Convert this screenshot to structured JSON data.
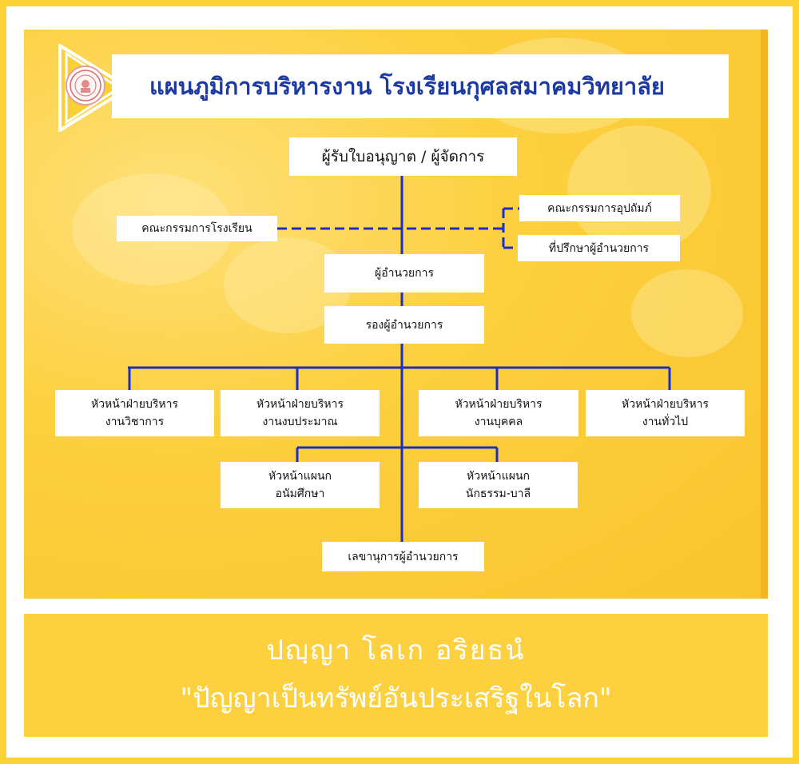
{
  "title": "แผนภูมิการบริหารงาน โรงเรียนกุศลสมาคมวิทยาลัย",
  "colors": {
    "accent": "#fcd035",
    "line": "#1a2fc9",
    "title": "#1c3aa0"
  },
  "chart": {
    "licensee": "ผู้รับใบอนุญาต / ผู้จัดการ",
    "school_committee": "คณะกรรมการโรงเรียน",
    "patron_committee": "คณะกรรมการอุปถัมภ์",
    "director_advisor": "ที่ปรึกษาผู้อำนวยการ",
    "director": "ผู้อำนวยการ",
    "deputy_director": "รองผู้อำนวยการ",
    "departments": [
      {
        "line1": "หัวหน้าฝ่ายบริหาร",
        "line2": "งานวิชาการ"
      },
      {
        "line1": "หัวหน้าฝ่ายบริหาร",
        "line2": "งานงบประมาณ"
      },
      {
        "line1": "หัวหน้าฝ่ายบริหาร",
        "line2": "งานบุคคล"
      },
      {
        "line1": "หัวหน้าฝ่ายบริหาร",
        "line2": "งานทั่วไป"
      }
    ],
    "sections": [
      {
        "line1": "หัวหน้าแผนก",
        "line2": "อนัมศึกษา"
      },
      {
        "line1": "หัวหน้าแผนก",
        "line2": "นักธรรม-บาลี"
      }
    ],
    "secretary": "เลขานุการผู้อำนวยการ"
  },
  "motto": {
    "pali": "ปญฺญา  โลเก  อริยธนํ",
    "thai": "\"ปัญญาเป็นทรัพย์อันประเสริฐในโลก\""
  }
}
